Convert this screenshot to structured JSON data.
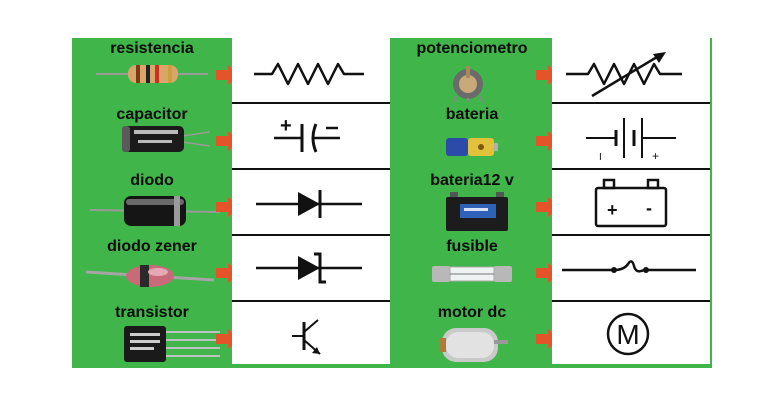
{
  "colors": {
    "board": "#3fb54a",
    "arrow": "#e4542a",
    "symbol": "#111111"
  },
  "left_column": [
    {
      "label": "resistencia",
      "photo_icon": "resistor-photo-icon",
      "symbol_icon": "resistor-symbol-icon"
    },
    {
      "label": "capacitor",
      "photo_icon": "capacitor-photo-icon",
      "symbol_icon": "capacitor-symbol-icon"
    },
    {
      "label": "diodo",
      "photo_icon": "diode-photo-icon",
      "symbol_icon": "diode-symbol-icon"
    },
    {
      "label": "diodo zener",
      "photo_icon": "zener-photo-icon",
      "symbol_icon": "zener-symbol-icon"
    },
    {
      "label": "transistor",
      "photo_icon": "transistor-photo-icon",
      "symbol_icon": "transistor-symbol-icon"
    }
  ],
  "right_column": [
    {
      "label": "potenciometro",
      "photo_icon": "potentiometer-photo-icon",
      "symbol_icon": "potentiometer-symbol-icon"
    },
    {
      "label": "bateria",
      "photo_icon": "battery-photo-icon",
      "symbol_icon": "battery-symbol-icon"
    },
    {
      "label": "bateria12 v",
      "photo_icon": "car-battery-photo-icon",
      "symbol_icon": "car-battery-symbol-icon"
    },
    {
      "label": "fusible",
      "photo_icon": "fuse-photo-icon",
      "symbol_icon": "fuse-symbol-icon"
    },
    {
      "label": "motor dc",
      "photo_icon": "motor-photo-icon",
      "symbol_icon": "motor-symbol-icon"
    }
  ],
  "symbols": {
    "capacitor_plus": "+",
    "battery_minus": "I",
    "battery_plus": "+",
    "car_battery_plus": "+",
    "car_battery_minus": "-",
    "motor_letter": "M"
  }
}
